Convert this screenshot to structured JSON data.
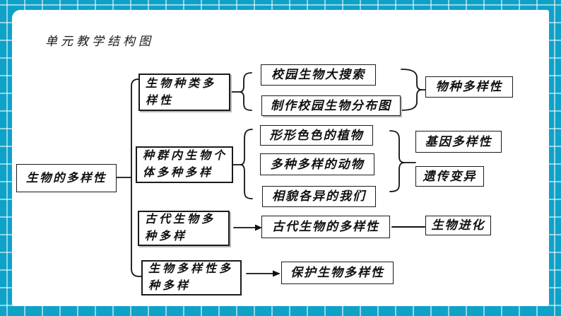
{
  "page": {
    "title": "单元教学结构图"
  },
  "colors": {
    "frame_teal": "#0fa2c9",
    "frame_grid_line": "#ffffff",
    "panel_bg": "#ffffff",
    "line_color": "#111111",
    "text_color": "#111111"
  },
  "diagram": {
    "nodes": {
      "root": "生物的多样性",
      "b1": "生物种类多样性",
      "b2": "种群内生物个体多种多样",
      "b3": "古代生物多种多样",
      "b4": "生物多样性多种多样",
      "m1": "校园生物大搜索",
      "m2": "制作校园生物分布图",
      "m3": "形形色色的植物",
      "m4": "多种多样的动物",
      "m5": "相貌各异的我们",
      "m6": "古代生物的多样性",
      "m7": "保护生物多样性",
      "r1": "物种多样性",
      "r2": "基因多样性",
      "r3": "遗传变异",
      "r4": "生物进化"
    }
  }
}
